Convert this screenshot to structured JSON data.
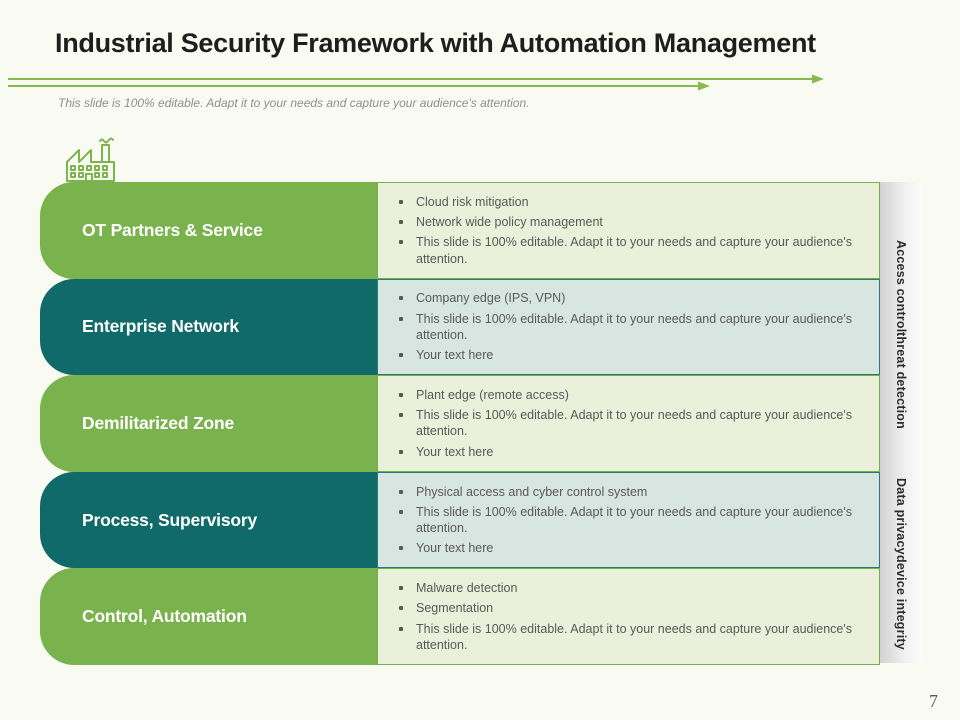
{
  "slide": {
    "title": "Industrial Security Framework with Automation Management",
    "subtitle": "This slide is 100% editable. Adapt it to your needs and capture your audience's attention.",
    "page_number": "7"
  },
  "colors": {
    "green_block": "#7ab34d",
    "teal_block": "#116a6a",
    "green_content_bg": "#eaf1db",
    "green_content_border": "#79ad4c",
    "teal_content_bg": "#d8e6e2",
    "teal_content_border": "#2b7a72",
    "accent_arrow_green": "#86ba4f",
    "body_text": "#595959",
    "background": "#f9fbf2"
  },
  "rows": [
    {
      "label": "OT Partners & Service",
      "theme": "green",
      "bullets": [
        "Cloud risk mitigation",
        "Network wide policy management",
        "This slide is 100% editable. Adapt it to your needs and capture your audience's attention."
      ]
    },
    {
      "label": "Enterprise Network",
      "theme": "teal",
      "bullets": [
        "Company edge (IPS, VPN)",
        "This slide is 100% editable. Adapt it to your needs and capture your audience's attention.",
        "Your text here"
      ]
    },
    {
      "label": "Demilitarized Zone",
      "theme": "green",
      "bullets": [
        "Plant edge (remote access)",
        "This slide is 100% editable. Adapt it to your needs and capture your audience's attention.",
        "Your text here"
      ]
    },
    {
      "label": "Process, Supervisory",
      "theme": "teal",
      "bullets": [
        "Physical access and cyber control system",
        "This slide is 100% editable. Adapt it to your needs and capture your audience's attention.",
        "Your text here"
      ]
    },
    {
      "label": "Control, Automation",
      "theme": "green",
      "bullets": [
        "Malware detection",
        "Segmentation",
        "This slide is 100% editable. Adapt it to your needs and capture your audience's attention."
      ]
    }
  ],
  "side_labels": [
    {
      "line1": "Access control",
      "line2": "threat detection"
    },
    {
      "line1": "Data privacy",
      "line2": "device integrity"
    }
  ]
}
